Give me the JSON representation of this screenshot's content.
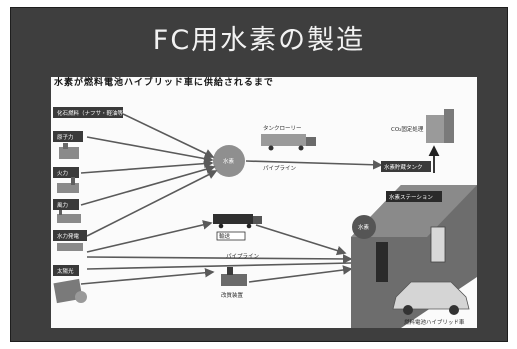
{
  "title": "FC用水素の製造",
  "subtitle": "水素が燃料電池ハイブリッド車に供給されるまで",
  "labels": {
    "hub_left": "水素",
    "hub_right": "水素",
    "truck": "タンクローリー",
    "pipeline_top": "パイプライン",
    "pipeline_bottom": "パイプライン",
    "tank": "水素貯蔵タンク",
    "station": "水素ステーション",
    "co2": "CO₂固定処理",
    "car": "燃料電池ハイブリッド車",
    "transport": "輸送",
    "onsite": "改質装置"
  },
  "sources": [
    "化石燃料（ナフサ・軽油等）",
    "原子力",
    "火力",
    "風力",
    "水力発電",
    "太陽光"
  ],
  "colors": {
    "background": "#3e3e3e",
    "panel": "#fbfbfb",
    "title": "#f2f2f2",
    "arrow": "#5a5a5a"
  }
}
